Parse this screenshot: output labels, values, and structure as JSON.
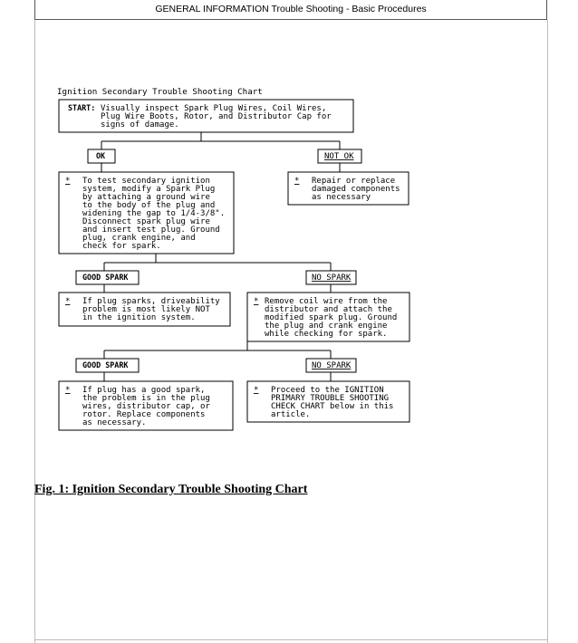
{
  "header": {
    "title": "GENERAL INFORMATION Trouble Shooting - Basic Procedures"
  },
  "chart": {
    "title": "Ignition Secondary Trouble Shooting Chart",
    "start_label": "START:",
    "start_lines": [
      "Visually inspect Spark Plug Wires, Coil Wires,",
      "Plug Wire Boots, Rotor, and Distributor Cap for",
      "signs of damage."
    ],
    "ok_label": "OK",
    "not_ok_label": "NOT OK",
    "bullet": "*",
    "test_lines": [
      "To test secondary ignition",
      "system, modify a Spark Plug",
      "by attaching a ground wire",
      "to the body of the plug and",
      "widening the gap to 1/4-3/8\".",
      "Disconnect spark plug wire",
      "and insert test plug. Ground",
      "plug, crank engine, and",
      "check for spark."
    ],
    "repair_lines": [
      "Repair or replace",
      "damaged components",
      "as necessary"
    ],
    "good_spark_label_1": "GOOD SPARK",
    "no_spark_label_1": "NO SPARK",
    "driveability_lines": [
      "If plug sparks, driveability",
      "problem is most likely NOT",
      "in the ignition system."
    ],
    "coil_lines": [
      "Remove coil wire from the",
      "distributor and attach the",
      "modified spark plug. Ground",
      "the plug and crank engine",
      "while checking for spark."
    ],
    "good_spark_label_2": "GOOD SPARK",
    "no_spark_label_2": "NO SPARK",
    "plug_good_lines": [
      "If plug has a good spark,",
      "the problem is in the plug",
      "wires, distributor cap, or",
      "rotor.  Replace components",
      "as necessary."
    ],
    "proceed_lines": [
      "Proceed to the IGNITION",
      "PRIMARY TROUBLE SHOOTING",
      "CHECK CHART below in this",
      "article."
    ]
  },
  "caption": "Fig. 1: Ignition Secondary Trouble Shooting Chart"
}
